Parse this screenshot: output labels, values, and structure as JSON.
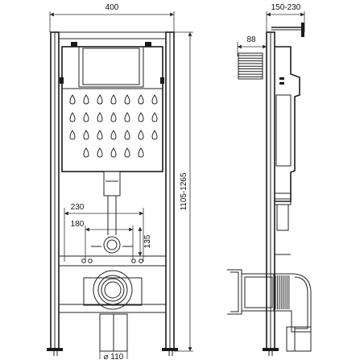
{
  "dimensions": {
    "frame_width": "400",
    "depth": "150-230",
    "flush_plate_depth": "88",
    "height_range": "1105-1265",
    "bolt_spacing_outer": "230",
    "bolt_spacing_inner": "180",
    "outlet_height": "135",
    "outlet_pipe": "⌀ 110"
  }
}
